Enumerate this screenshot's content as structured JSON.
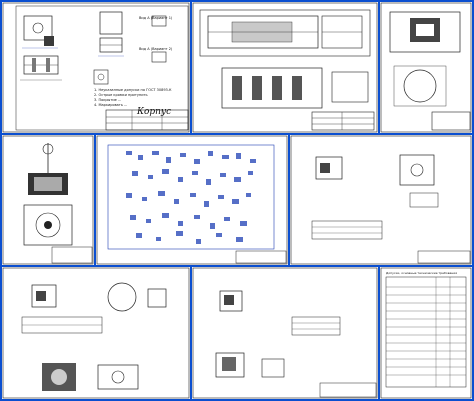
{
  "sheets": {
    "s1": {
      "title": "Корпус",
      "view_labels": [
        "Вид А (Вариант 1)",
        "Вид А (Вариант 2)"
      ],
      "notes": [
        "1. Неуказанные допуски по ГОСТ 30893-К",
        "2. Острые кромки притупить",
        "3. Покрытие ...",
        "4. Маркировать ..."
      ]
    },
    "s5": {
      "title": ""
    },
    "s9": {
      "table_title": "Допуски, основные технические требования"
    }
  },
  "colors": {
    "background": "#0b4fd0",
    "ink": "#1a1a1a",
    "accent": "#1e3fb5"
  }
}
